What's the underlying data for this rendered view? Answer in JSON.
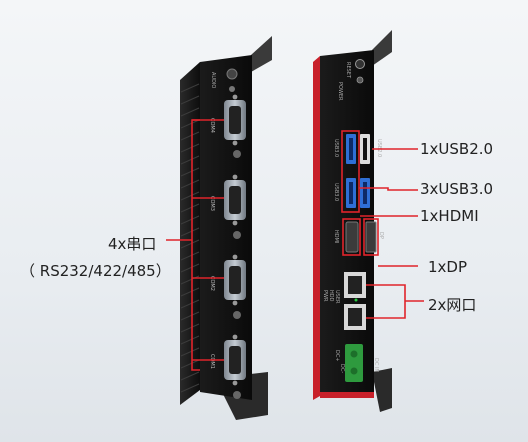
{
  "callouts": {
    "usb2": "1xUSB2.0",
    "usb3": "3xUSB3.0",
    "hdmi": "1xHDMI",
    "dp": "1xDP",
    "lan": "2x网口",
    "serial": "4x串口",
    "serial_sub": "（ RS232/422/485）"
  },
  "device_left": {
    "port_labels": [
      "COM4",
      "COM3",
      "COM2",
      "COM1"
    ],
    "audio_label": "AUDIO"
  },
  "device_right": {
    "power_label": "POWER",
    "reset_label": "RESET",
    "usb2_label": "USB2.0",
    "usb3_labels": [
      "USB3.0",
      "USB3.0"
    ],
    "hdmi_label": "HDMI",
    "dp_label": "DP",
    "led_labels": [
      "PWR",
      "HDD",
      "USER"
    ],
    "dc_labels": [
      "DC+",
      "DC-"
    ],
    "dc_in_label": "DC IN"
  },
  "colors": {
    "callout_line": "#e0242b",
    "device_body": "#141414",
    "accent_red": "#c8202a",
    "usb3_blue": "#2f6fd6",
    "terminal_green": "#2e9a3e"
  }
}
